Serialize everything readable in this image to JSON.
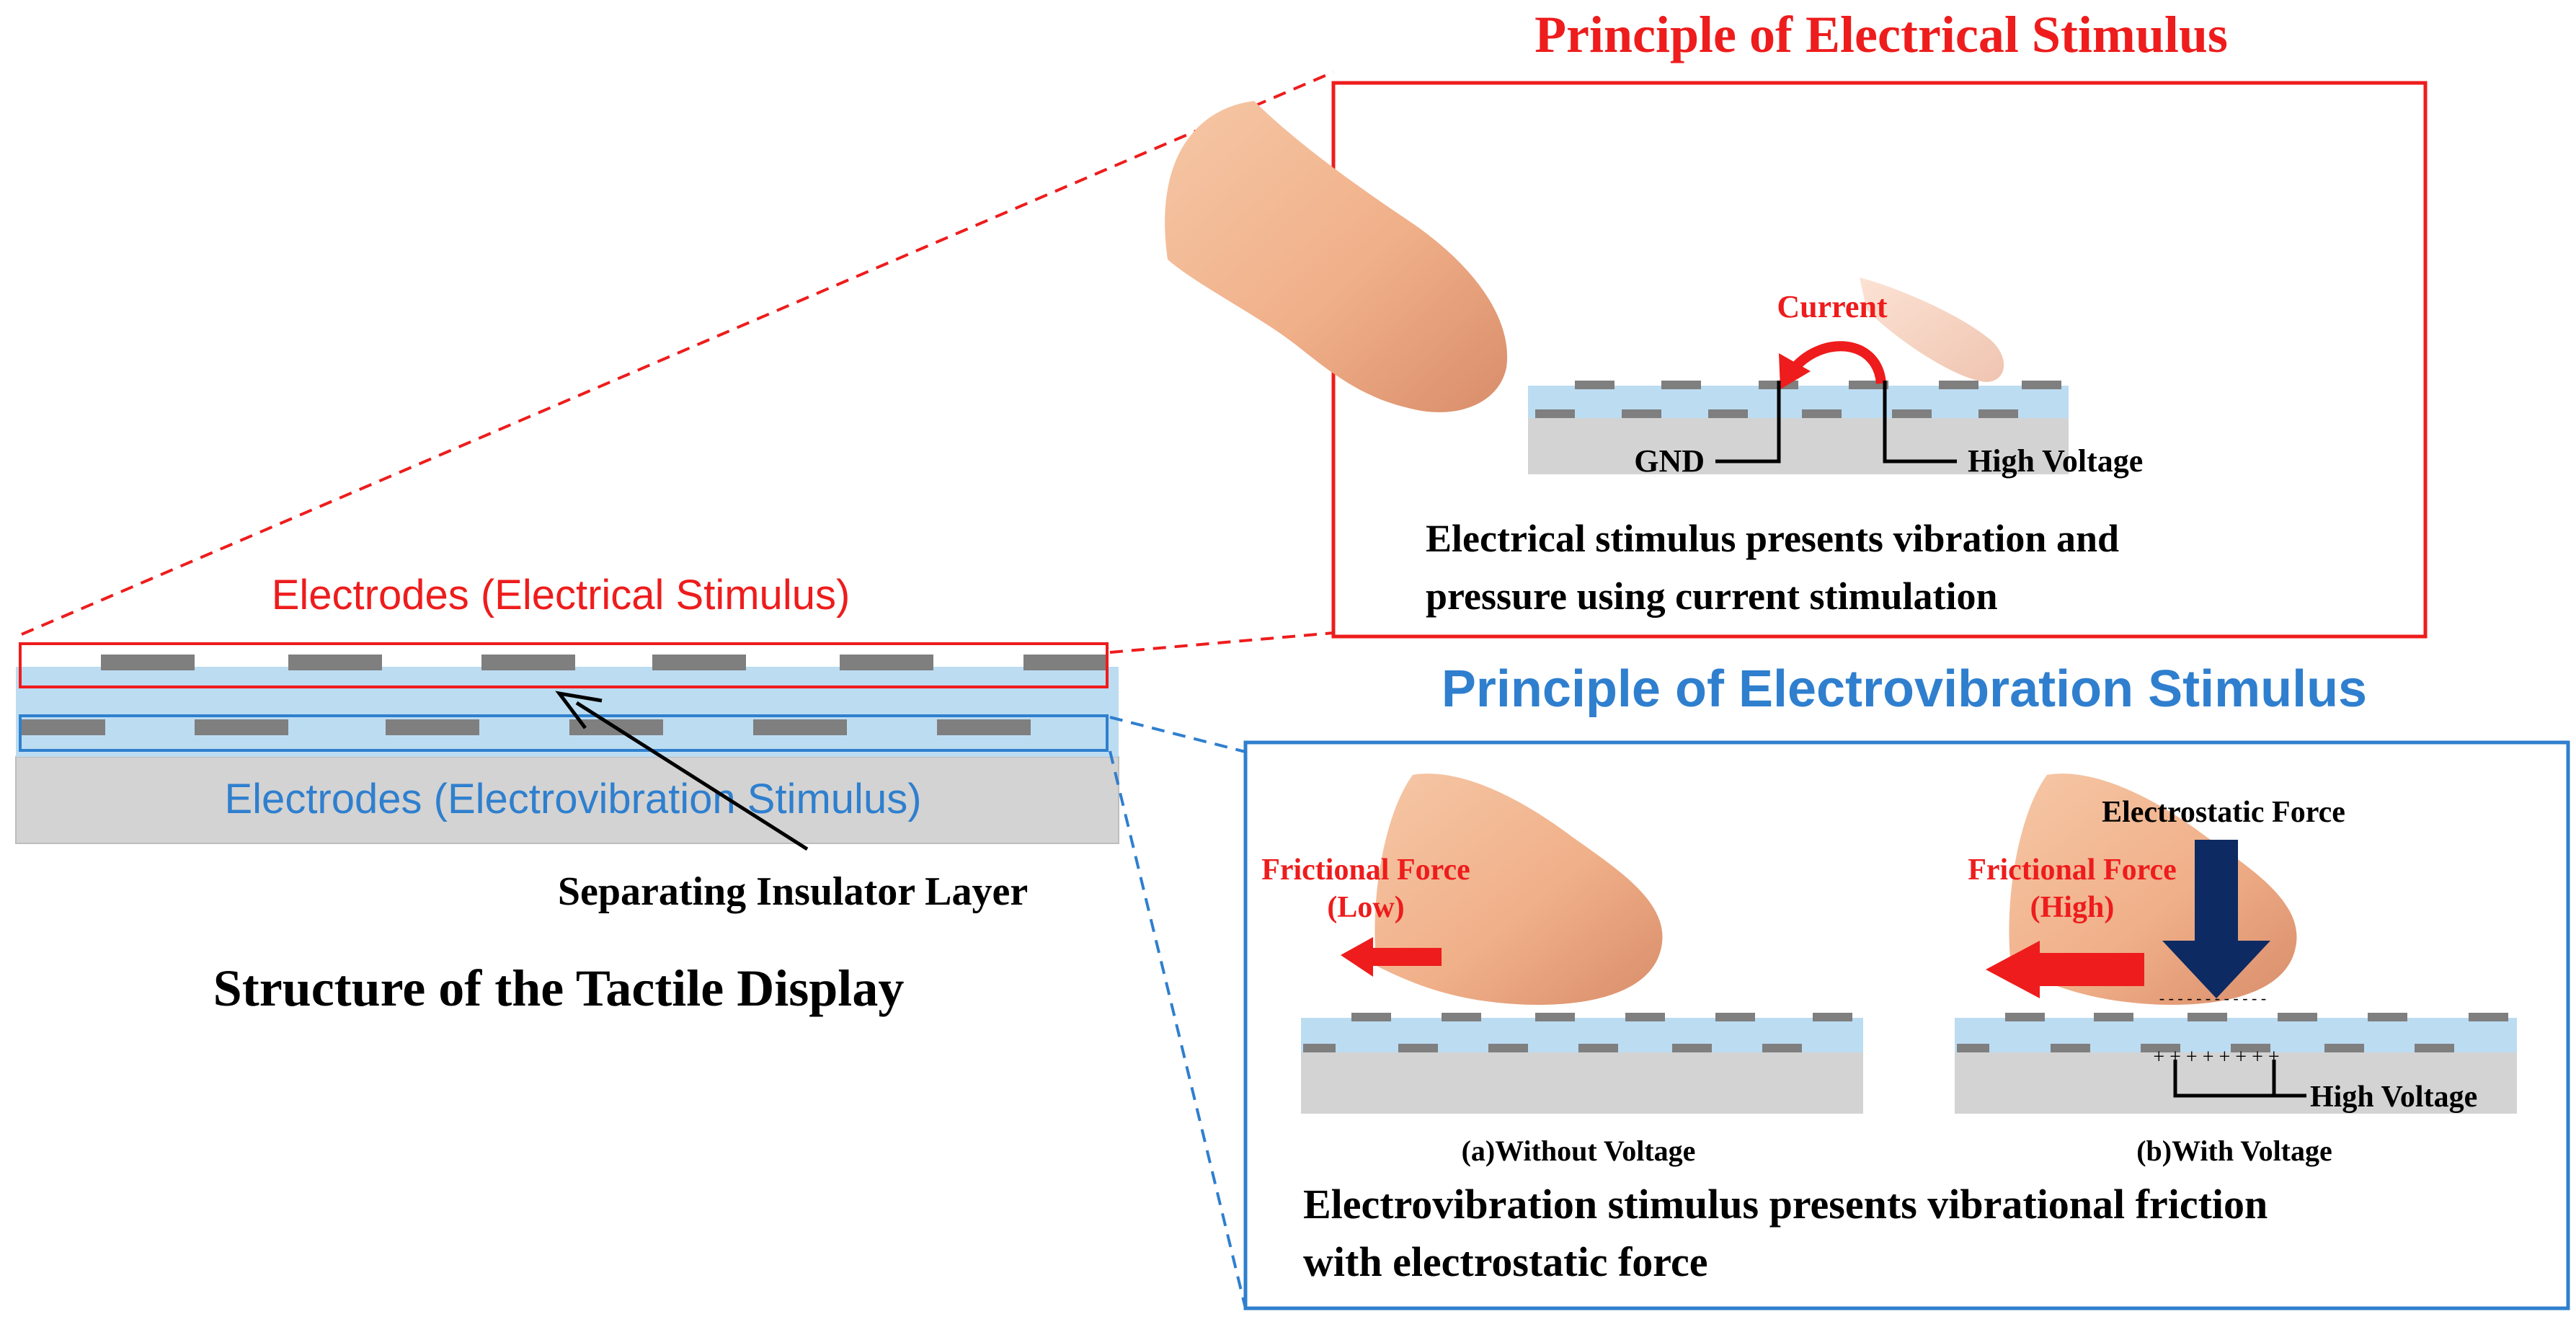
{
  "colors": {
    "red": "#ee1c1c",
    "blue": "#2f7fce",
    "navy": "#0d2a63",
    "insulator": "#bcdcf1",
    "substrate": "#d3d3d3",
    "electrode": "#7f7f7f",
    "skin": "#f2b48f"
  },
  "structure": {
    "title": "Structure of the Tactile Display",
    "top_label": "Electrodes (Electrical Stimulus)",
    "bottom_label": "Electrodes (Electrovibration Stimulus)",
    "insulator_label": "Separating Insulator Layer"
  },
  "electrical": {
    "title": "Principle of Electrical Stimulus",
    "current_label": "Current",
    "gnd_label": "GND",
    "hv_label": "High Voltage",
    "desc_line1": "Electrical stimulus presents vibration and",
    "desc_line2": "pressure using current stimulation"
  },
  "electrovibration": {
    "title": "Principle of Electrovibration Stimulus",
    "a_friction_line1": "Frictional Force",
    "a_friction_line2": "(Low)",
    "a_caption": "(a)Without Voltage",
    "b_force_label": "Electrostatic Force",
    "b_friction_line1": "Frictional Force",
    "b_friction_line2": "(High)",
    "b_hv_label": "High Voltage",
    "b_caption": "(b)With Voltage",
    "minus_charges": "- - - - - - - - - - - -",
    "plus_charges": "+ + + + + + + +",
    "desc_line1": "Electrovibration stimulus presents vibrational friction",
    "desc_line2": "with electrostatic force"
  }
}
